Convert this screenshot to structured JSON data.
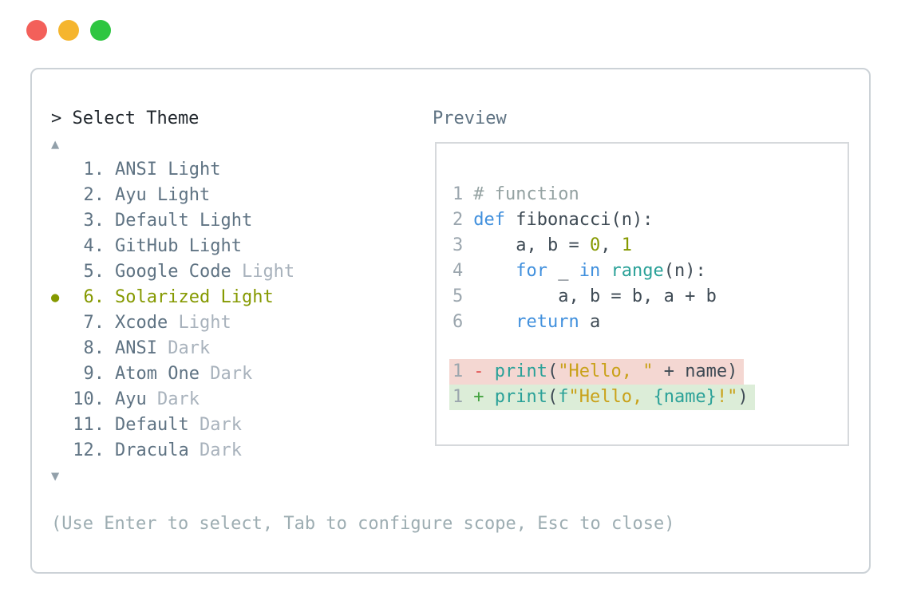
{
  "window": {
    "controls": [
      {
        "name": "close",
        "color": "#f3605a"
      },
      {
        "name": "minimize",
        "color": "#f5b52e"
      },
      {
        "name": "zoom",
        "color": "#2ec641"
      }
    ]
  },
  "dialog": {
    "prompt": "> Select Theme",
    "hint": "(Use Enter to select, Tab to configure scope, Esc to close)"
  },
  "theme_list": {
    "scroll_up": "▲",
    "scroll_down": "▼",
    "selected_marker": "●",
    "items": [
      {
        "number": "1.",
        "name": "ANSI",
        "variant": "Light",
        "variant_dim": false,
        "selected": false
      },
      {
        "number": "2.",
        "name": "Ayu",
        "variant": "Light",
        "variant_dim": false,
        "selected": false
      },
      {
        "number": "3.",
        "name": "Default",
        "variant": "Light",
        "variant_dim": false,
        "selected": false
      },
      {
        "number": "4.",
        "name": "GitHub",
        "variant": "Light",
        "variant_dim": false,
        "selected": false
      },
      {
        "number": "5.",
        "name": "Google Code",
        "variant": "Light",
        "variant_dim": true,
        "selected": false
      },
      {
        "number": "6.",
        "name": "Solarized",
        "variant": "Light",
        "variant_dim": false,
        "selected": true
      },
      {
        "number": "7.",
        "name": "Xcode",
        "variant": "Light",
        "variant_dim": true,
        "selected": false
      },
      {
        "number": "8.",
        "name": "ANSI",
        "variant": "Dark",
        "variant_dim": true,
        "selected": false
      },
      {
        "number": "9.",
        "name": "Atom One",
        "variant": "Dark",
        "variant_dim": true,
        "selected": false
      },
      {
        "number": "10.",
        "name": "Ayu",
        "variant": "Dark",
        "variant_dim": true,
        "selected": false
      },
      {
        "number": "11.",
        "name": "Default",
        "variant": "Dark",
        "variant_dim": true,
        "selected": false
      },
      {
        "number": "12.",
        "name": "Dracula",
        "variant": "Dark",
        "variant_dim": true,
        "selected": false
      }
    ]
  },
  "preview": {
    "label": "Preview",
    "code_lines": [
      {
        "num": "1",
        "tokens": [
          {
            "t": "# function",
            "c": "comment"
          }
        ]
      },
      {
        "num": "2",
        "tokens": [
          {
            "t": "def",
            "c": "kw"
          },
          {
            "t": " fibonacci(n):",
            "c": "plain"
          }
        ]
      },
      {
        "num": "3",
        "tokens": [
          {
            "t": "    a, b = ",
            "c": "plain"
          },
          {
            "t": "0",
            "c": "num"
          },
          {
            "t": ", ",
            "c": "plain"
          },
          {
            "t": "1",
            "c": "num"
          }
        ]
      },
      {
        "num": "4",
        "tokens": [
          {
            "t": "    ",
            "c": "plain"
          },
          {
            "t": "for",
            "c": "kw"
          },
          {
            "t": " _ ",
            "c": "plain"
          },
          {
            "t": "in",
            "c": "kw"
          },
          {
            "t": " ",
            "c": "plain"
          },
          {
            "t": "range",
            "c": "fn"
          },
          {
            "t": "(n):",
            "c": "plain"
          }
        ]
      },
      {
        "num": "5",
        "tokens": [
          {
            "t": "        a, b = b, a + b",
            "c": "plain"
          }
        ]
      },
      {
        "num": "6",
        "tokens": [
          {
            "t": "    ",
            "c": "plain"
          },
          {
            "t": "return",
            "c": "kw"
          },
          {
            "t": " a",
            "c": "plain"
          }
        ]
      }
    ],
    "diff_lines": [
      {
        "num": "1",
        "bg": "removed",
        "tokens": [
          {
            "t": "- ",
            "c": "minus"
          },
          {
            "t": "print",
            "c": "fn"
          },
          {
            "t": "(",
            "c": "plain"
          },
          {
            "t": "\"Hello, \"",
            "c": "str"
          },
          {
            "t": " + name)",
            "c": "plain"
          }
        ]
      },
      {
        "num": "1",
        "bg": "added",
        "tokens": [
          {
            "t": "+ ",
            "c": "plus"
          },
          {
            "t": "print",
            "c": "fn"
          },
          {
            "t": "(",
            "c": "plain"
          },
          {
            "t": "f",
            "c": "fn"
          },
          {
            "t": "\"Hello, ",
            "c": "str"
          },
          {
            "t": "{name}",
            "c": "interp"
          },
          {
            "t": "!\"",
            "c": "str"
          },
          {
            "t": ")",
            "c": "plain"
          }
        ]
      }
    ]
  },
  "colors": {
    "accent_selected": "#859900",
    "list_text": "#5f7383",
    "list_text_dim": "#a8b2bc",
    "prompt_text": "#22282e",
    "hint_text": "#9dadb2",
    "panel_border": "#ccd2d7",
    "preview_border": "#d6d9dc",
    "syntax": {
      "keyword": "#4190dd",
      "function": "#2aa198",
      "string": "#c9a118",
      "number": "#859900",
      "comment": "#94a2a2",
      "plain": "#3e4a54",
      "line_number": "#9ba6ae"
    },
    "diff": {
      "removed_bg": "#f4d7d2",
      "added_bg": "#dcedd8",
      "minus": "#e25050",
      "plus": "#44a340"
    }
  }
}
